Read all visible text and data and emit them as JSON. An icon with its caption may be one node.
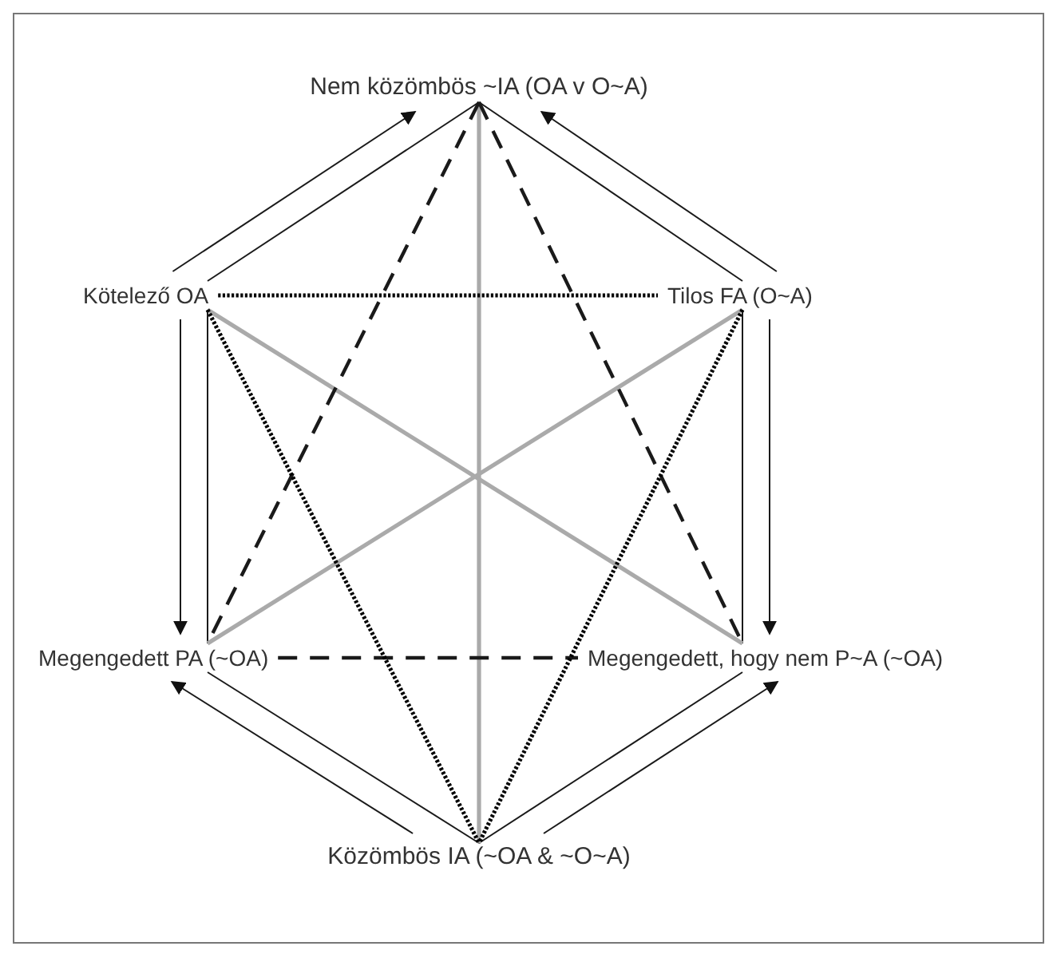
{
  "diagram": {
    "nodes": [
      {
        "text": [
          "Nem közömbös ~IA (OA v O~A)"
        ]
      },
      {
        "text": [
          "Kötelező OA"
        ]
      },
      {
        "text": [
          "Tilos FA (O~A)"
        ]
      },
      {
        "text": [
          "Megengedett PA (~OA)"
        ]
      },
      {
        "text": [
          "Megengedett, hogy nem P~A (~OA)"
        ]
      },
      {
        "text": [
          "Közömbös IA (~OA & ~O~A)"
        ]
      }
    ],
    "edges": [
      {
        "from": 1,
        "to": 0,
        "arrow": "to"
      },
      {
        "from": 1,
        "to": 0,
        "arrow": "none"
      },
      {
        "from": 2,
        "to": 0,
        "arrow": "to"
      },
      {
        "from": 2,
        "to": 0,
        "arrow": "none"
      },
      {
        "from": 1,
        "to": 3,
        "arrow": "to"
      },
      {
        "from": 1,
        "to": 3,
        "arrow": "none"
      },
      {
        "from": 2,
        "to": 4,
        "arrow": "to"
      },
      {
        "from": 2,
        "to": 4,
        "arrow": "none"
      },
      {
        "from": 5,
        "to": 3,
        "arrow": "to"
      },
      {
        "from": 5,
        "to": 3,
        "arrow": "none"
      },
      {
        "from": 5,
        "to": 4,
        "arrow": "to"
      },
      {
        "from": 5,
        "to": 4,
        "arrow": "none"
      },
      {
        "from": 0,
        "to": 5,
        "arrow": "none",
        "style": "thick",
        "color": "#aaaaaa"
      },
      {
        "from": 1,
        "to": 4,
        "arrow": "none",
        "style": "thick",
        "color": "#aaaaaa"
      },
      {
        "from": 2,
        "to": 3,
        "arrow": "none",
        "style": "thick",
        "color": "#aaaaaa"
      },
      {
        "from": 0,
        "to": 3,
        "arrow": "none",
        "style": "dashed"
      },
      {
        "from": 0,
        "to": 4,
        "arrow": "none",
        "style": "dashed"
      },
      {
        "from": 3,
        "to": 4,
        "arrow": "none",
        "style": "dashed"
      },
      {
        "from": 1,
        "to": 2,
        "arrow": "none",
        "style": "dashed",
        "color": "#000000"
      },
      {
        "from": 1,
        "to": 5,
        "arrow": "none",
        "style": "dashed",
        "color": "#000000"
      },
      {
        "from": 2,
        "to": 5,
        "arrow": "none",
        "style": "dashed",
        "color": "#000000"
      }
    ]
  }
}
